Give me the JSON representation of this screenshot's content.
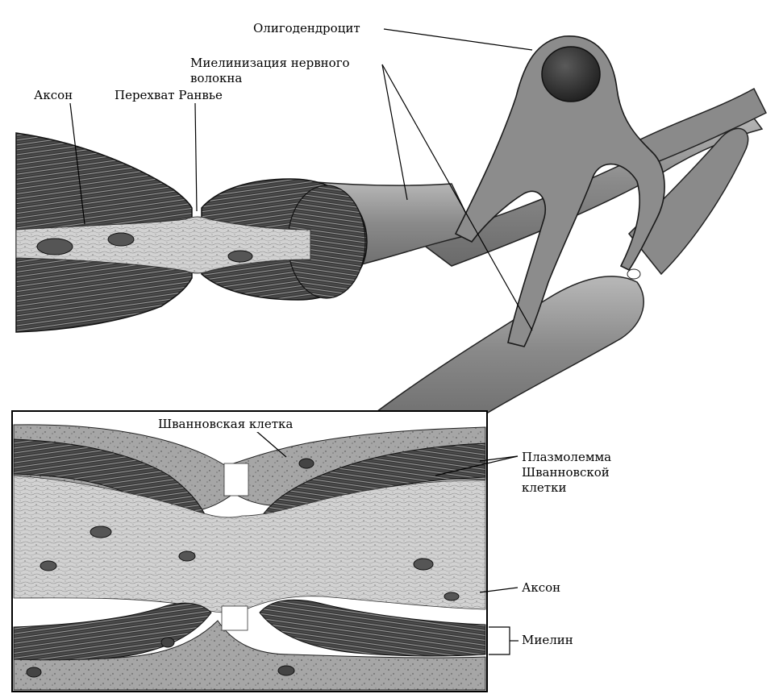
{
  "labels": {
    "oligodendrocyte": "Олигодендроцит",
    "myelination": "Миелинизация нервного волокна",
    "axon_top": "Аксон",
    "node_ranvier": "Перехват Ранвье",
    "schwann_cell": "Шванновская клетка",
    "plasmalemma": "Плазмолемма Шванновской клетки",
    "axon_bottom": "Аксон",
    "myelin": "Миелин"
  },
  "colors": {
    "background": "#ffffff",
    "cell_fill": "#8e8e8e",
    "cell_dark": "#4a4a4a",
    "myelin_dark": "#2e2e2e",
    "axoplasm": "#cfcfcf",
    "line": "#000000"
  }
}
